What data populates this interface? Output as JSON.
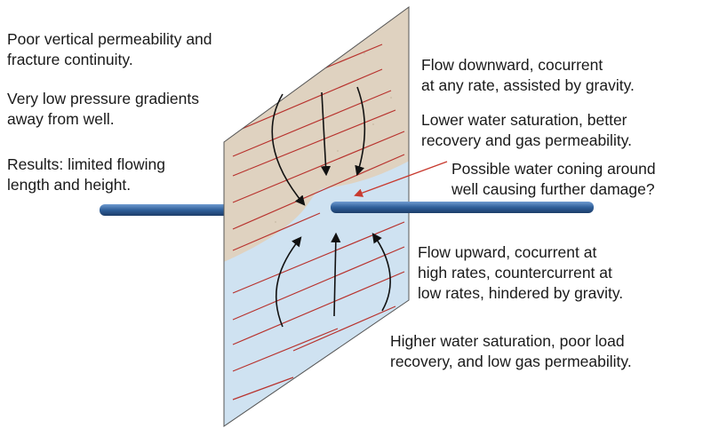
{
  "colors": {
    "upper_zone_fill": "#dfd2c0",
    "lower_zone_fill": "#cfe2f1",
    "fracture_line": "#b8332e",
    "wellbore": "#2f5f9a",
    "arrow": "#111111",
    "coning_pointer": "#c83a2f",
    "text": "#1a1a1a"
  },
  "left_notes": {
    "vertical_permeability": [
      "Poor vertical permeability and",
      "fracture continuity."
    ],
    "pressure_gradients": [
      "Very low pressure gradients",
      "away from well."
    ],
    "results": [
      "Results: limited flowing",
      "length and height."
    ]
  },
  "right_notes": {
    "flow_downward": [
      "Flow downward, cocurrent",
      "at any rate, assisted by gravity."
    ],
    "lower_saturation": [
      "Lower water saturation, better",
      "recovery and gas permeability."
    ],
    "water_coning": [
      "Possible water coning around",
      "well causing further damage?"
    ],
    "flow_upward": [
      "Flow upward, cocurrent at",
      "high rates, countercurrent at",
      "low rates, hindered by gravity."
    ],
    "higher_saturation": [
      "Higher water saturation, poor load",
      "recovery, and low gas permeability."
    ]
  },
  "icons": {
    "flow_arrows": "arrow-icon",
    "coning_pointer": "pointer-arrow-icon"
  }
}
